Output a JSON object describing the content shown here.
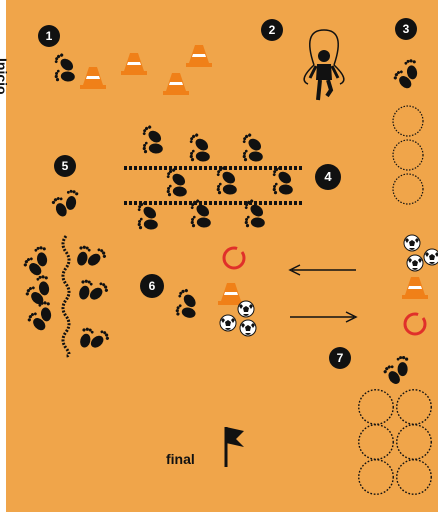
{
  "diagram": {
    "background_color": "#F0A54A",
    "accent_color": "#E8751A",
    "ring_color": "#E0302A",
    "ink_color": "#111111",
    "start_label": "Inicio",
    "end_label": "final",
    "station_numbers": [
      "1",
      "2",
      "3",
      "4",
      "5",
      "6",
      "7"
    ],
    "icons": [
      "footprints-icon",
      "cone-icon",
      "jump-rope-icon",
      "hoop-icon",
      "hurdle-icon",
      "ladder-icon",
      "soccer-ball-icon",
      "ring-icon",
      "arrow-left-icon",
      "arrow-right-icon",
      "flag-icon"
    ]
  }
}
